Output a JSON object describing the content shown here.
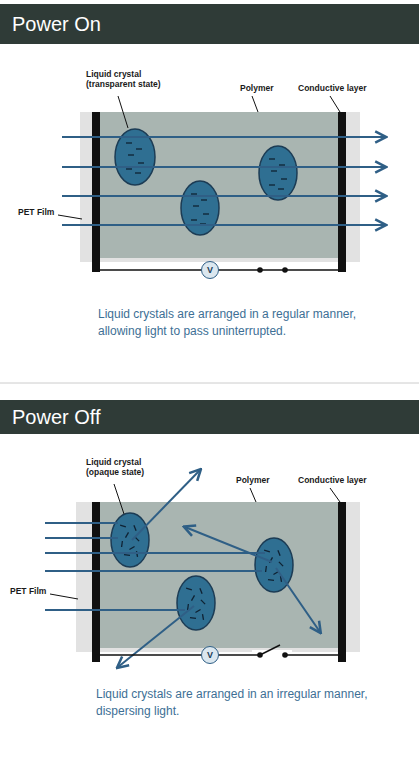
{
  "diagram": {
    "nodes": [
      {
        "text": [
          "Power On"
        ]
      },
      {
        "text": [
          "V"
        ]
      },
      {
        "text": [
          "Power Off"
        ]
      },
      {
        "text": [
          "V"
        ]
      }
    ],
    "labels": [
      "Liquid crystal (transparent state)",
      "Polymer",
      "Conductive layer",
      "PET Film",
      "Liquid crystals are arranged in a regular manner, allowing light to pass uninterrupted.",
      "Liquid crystal (opaque state)",
      "Polymer",
      "Conductive layer",
      "PET Film",
      "Liquid crystals are arranged in an irregular manner, dispersing light."
    ]
  }
}
